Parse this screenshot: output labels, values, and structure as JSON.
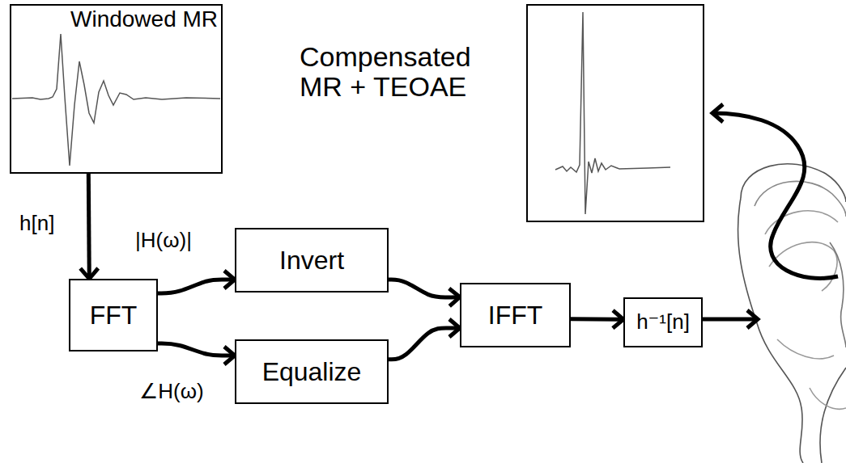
{
  "diagram": {
    "nodes": [
      {
        "text": [
          "Windowed MR"
        ]
      },
      {
        "text": [
          "Compensated MR + TEOAE"
        ]
      },
      {
        "text": [
          "FFT"
        ]
      },
      {
        "text": [
          "Invert"
        ]
      },
      {
        "text": [
          "Equalize"
        ]
      },
      {
        "text": [
          "IFFT"
        ]
      },
      {
        "text": [
          "h⁻¹[n]"
        ]
      }
    ],
    "edges": [
      {
        "from": 0,
        "to": 2,
        "label": "h[n]",
        "arrow": "to"
      },
      {
        "from": 2,
        "to": 3,
        "label": "|H(ω)|",
        "arrow": "to"
      },
      {
        "from": 2,
        "to": 4,
        "label": "∠H(ω)",
        "arrow": "to"
      },
      {
        "from": 3,
        "to": 5,
        "arrow": "to"
      },
      {
        "from": 4,
        "to": 5,
        "arrow": "to"
      },
      {
        "from": 5,
        "to": 6,
        "arrow": "to"
      }
    ]
  }
}
